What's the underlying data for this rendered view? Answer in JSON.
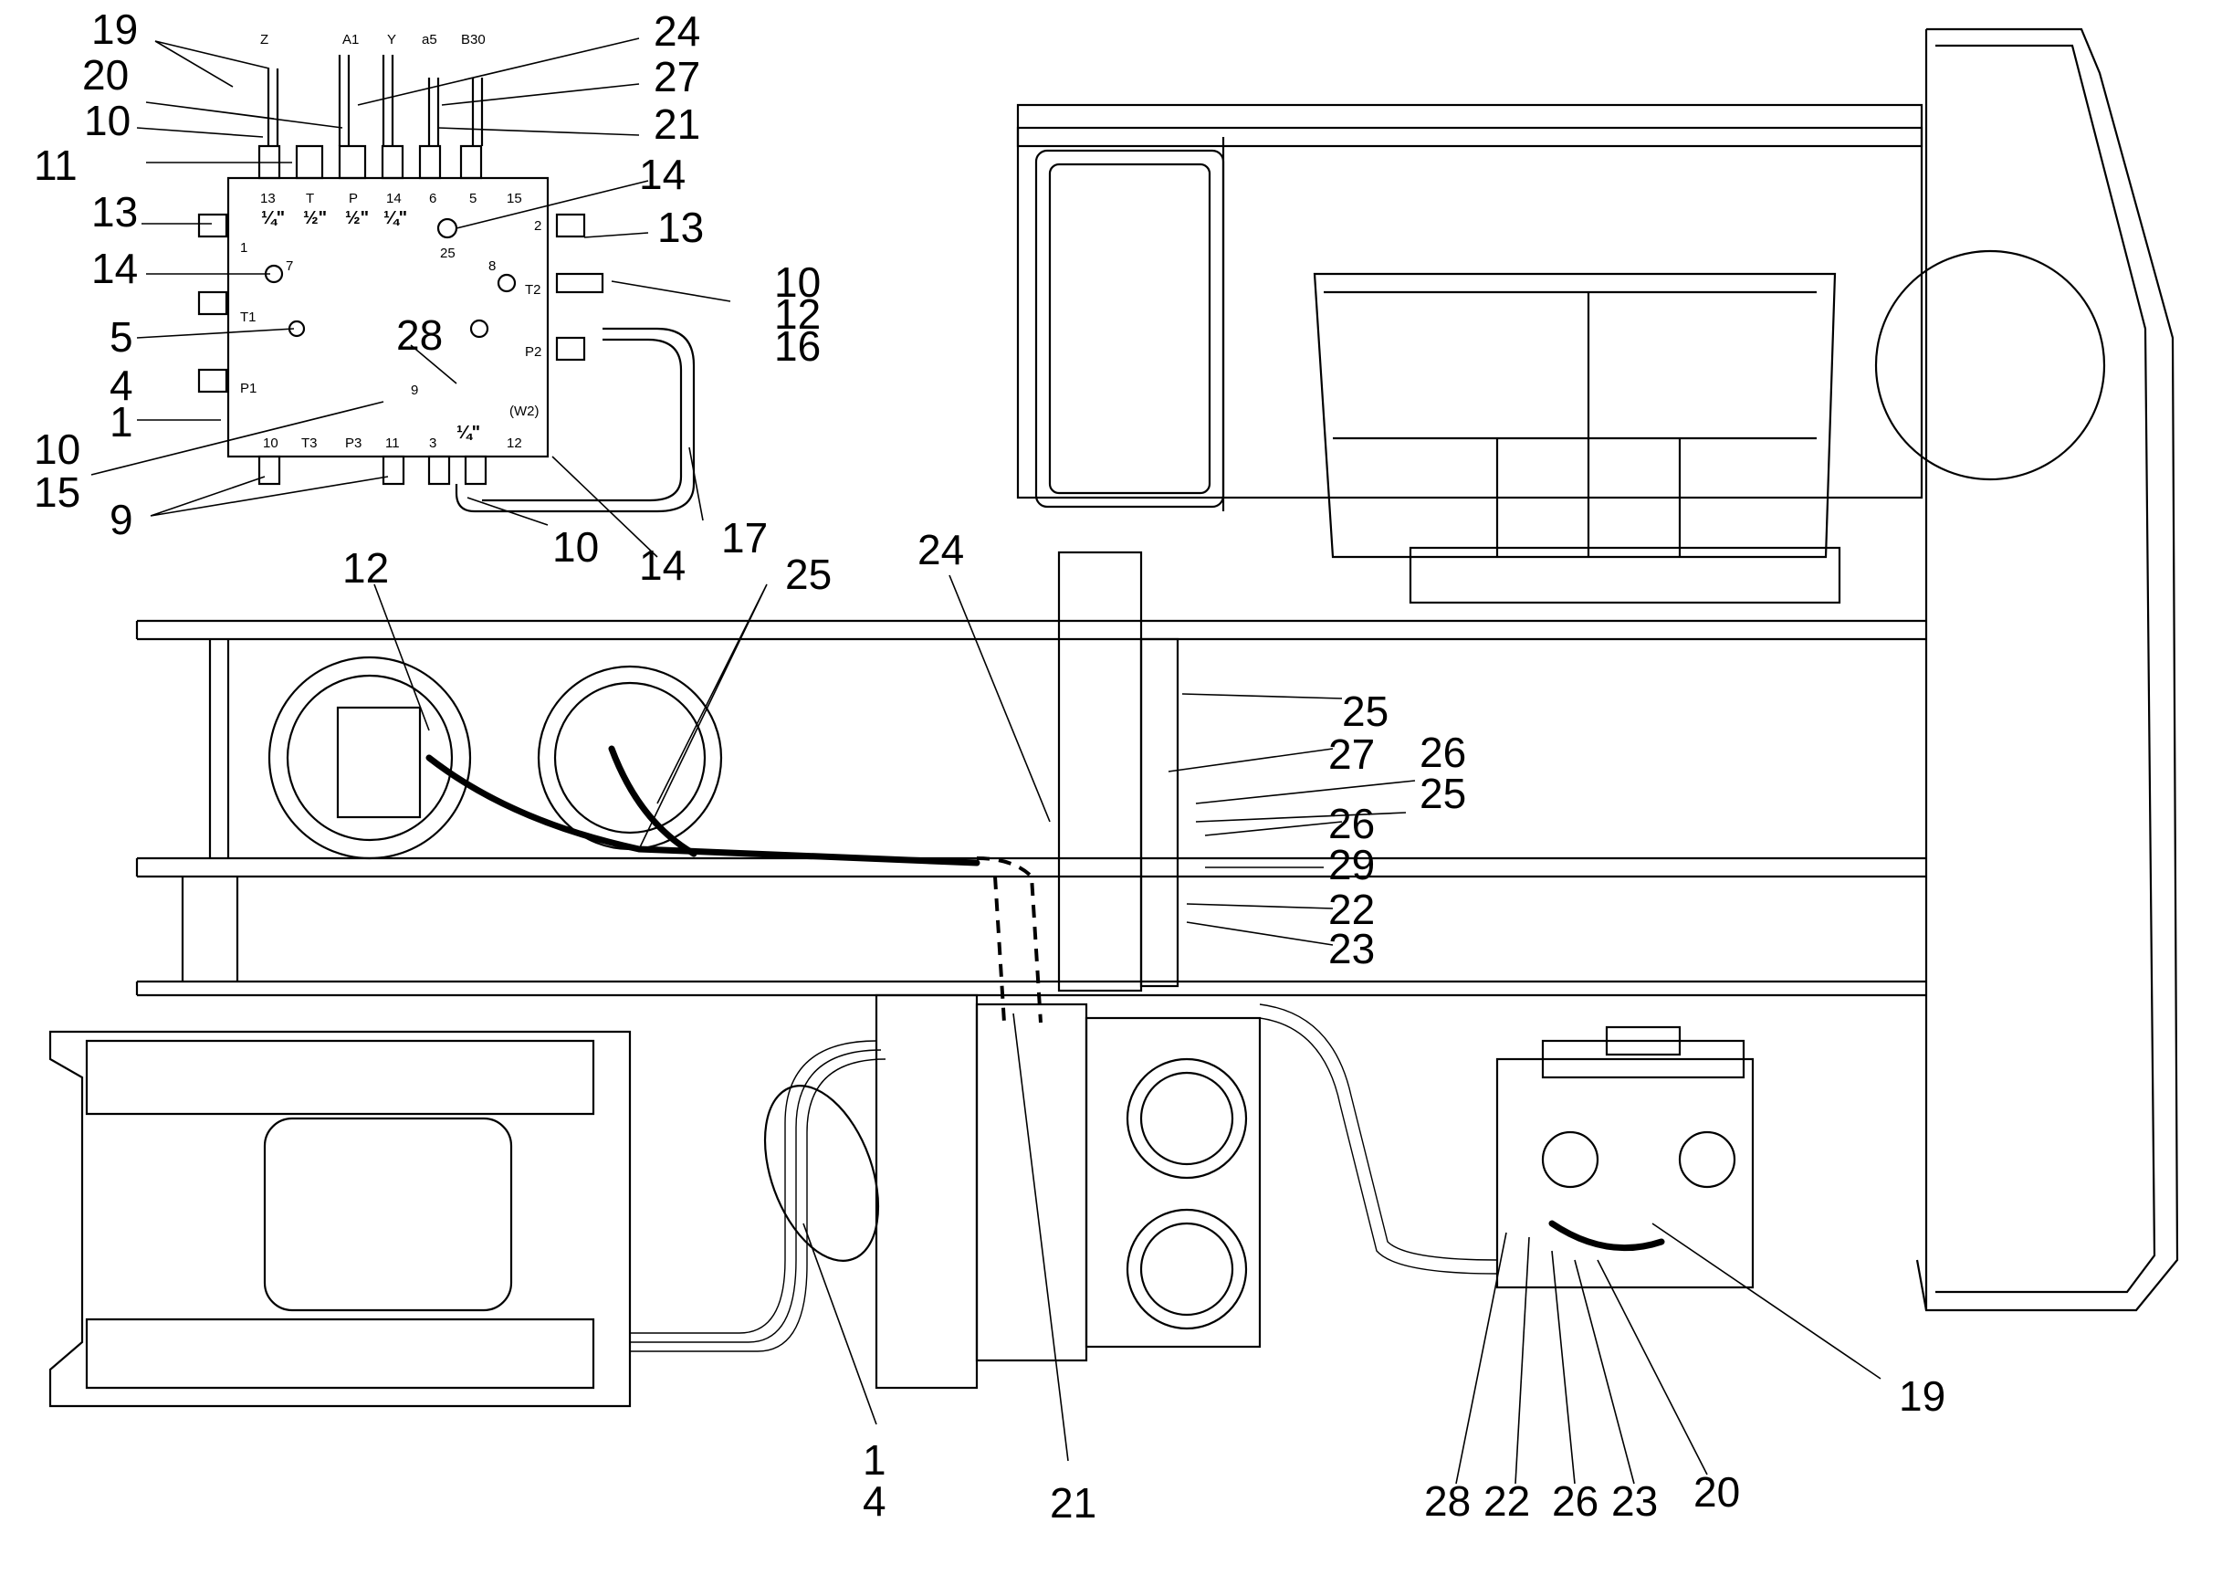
{
  "callouts": {
    "c19a": "19",
    "c20a": "20",
    "c10a": "10",
    "c11": "11",
    "c13a": "13",
    "c14a": "14",
    "c5": "5",
    "c4a": "4",
    "c1a": "1",
    "c10b": "10",
    "c15": "15",
    "c9": "9",
    "c24a": "24",
    "c27a": "27",
    "c21a": "21",
    "c14b": "14",
    "c13b": "13",
    "c10c": "10",
    "c12a": "12",
    "c16": "16",
    "c28a": "28",
    "c17": "17",
    "c10d": "10",
    "c14c": "14",
    "c12b": "12",
    "c25a": "25",
    "c24b": "24",
    "c25b": "25",
    "c27b": "27",
    "c26a": "26",
    "c25c": "25",
    "c26b": "26",
    "c29": "29",
    "c22a": "22",
    "c23a": "23",
    "c1b": "1",
    "c4b": "4",
    "c21b": "21",
    "c19b": "19",
    "c28b": "28",
    "c22b": "22",
    "c26c": "26",
    "c23b": "23",
    "c20b": "20"
  },
  "ports": {
    "top": [
      "Z",
      "A1",
      "Y",
      "a5",
      "B30"
    ],
    "row_top": [
      "13",
      "T",
      "P",
      "14",
      "6",
      "5",
      "15"
    ],
    "row_sizes": [
      "¼\"",
      "½\"",
      "½\"",
      "¼\""
    ],
    "left": [
      "1",
      "T1",
      "P1"
    ],
    "right": [
      "2",
      "T2",
      "P2"
    ],
    "inner": [
      "25",
      "7",
      "8",
      "9"
    ],
    "row_bottom": [
      "10",
      "T3",
      "P3",
      "11",
      "3",
      "12"
    ],
    "size_bottom": "¼\"",
    "w2": "(W2)"
  }
}
